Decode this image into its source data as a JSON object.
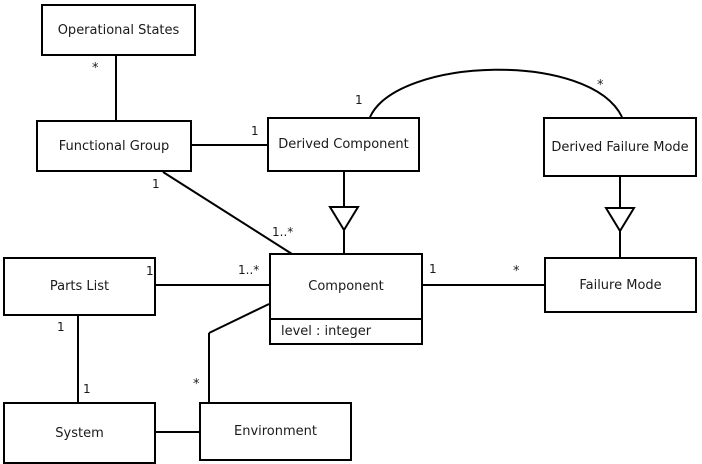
{
  "diagram": {
    "type": "uml-class-diagram",
    "background": "#ffffff",
    "line_color": "#000000",
    "text_color": "#1a1a1a",
    "classes": [
      {
        "id": "operational-states",
        "name": "Operational States",
        "attributes": []
      },
      {
        "id": "functional-group",
        "name": "Functional Group",
        "attributes": []
      },
      {
        "id": "derived-component",
        "name": "Derived Component",
        "attributes": []
      },
      {
        "id": "derived-failure-mode",
        "name": "Derived Failure Mode",
        "attributes": []
      },
      {
        "id": "parts-list",
        "name": "Parts List",
        "attributes": []
      },
      {
        "id": "component",
        "name": "Component",
        "attributes": [
          "level : integer"
        ]
      },
      {
        "id": "failure-mode",
        "name": "Failure Mode",
        "attributes": []
      },
      {
        "id": "system",
        "name": "System",
        "attributes": []
      },
      {
        "id": "environment",
        "name": "Environment",
        "attributes": []
      }
    ],
    "multiplicities": [
      {
        "id": "opstates-to-fgroup",
        "text": "*"
      },
      {
        "id": "fgroup-to-dcomp",
        "text": "1"
      },
      {
        "id": "dcomp-to-dfm-source",
        "text": "1"
      },
      {
        "id": "dcomp-to-dfm-target",
        "text": "*"
      },
      {
        "id": "fgroup-to-component",
        "text": "1"
      },
      {
        "id": "component-from-fgroup",
        "text": "1..*"
      },
      {
        "id": "partslist-to-component-left",
        "text": "1"
      },
      {
        "id": "partslist-to-component-right",
        "text": "1..*"
      },
      {
        "id": "component-to-failuremode-left",
        "text": "1"
      },
      {
        "id": "component-to-failuremode-right",
        "text": "*"
      },
      {
        "id": "partslist-to-system-top",
        "text": "1"
      },
      {
        "id": "partslist-to-system-bottom",
        "text": "1"
      },
      {
        "id": "environment-to-component",
        "text": "*"
      }
    ],
    "relations": [
      {
        "id": "opstates-fgroup",
        "kind": "association"
      },
      {
        "id": "fgroup-dcomp",
        "kind": "association"
      },
      {
        "id": "fgroup-component",
        "kind": "association"
      },
      {
        "id": "dcomp-dfm",
        "kind": "association-curved"
      },
      {
        "id": "dcomp-component",
        "kind": "generalization"
      },
      {
        "id": "dfm-failuremode",
        "kind": "generalization"
      },
      {
        "id": "partslist-component",
        "kind": "association"
      },
      {
        "id": "component-failuremode",
        "kind": "association"
      },
      {
        "id": "partslist-system",
        "kind": "association"
      },
      {
        "id": "system-environment",
        "kind": "association"
      },
      {
        "id": "environment-component",
        "kind": "association"
      }
    ]
  }
}
